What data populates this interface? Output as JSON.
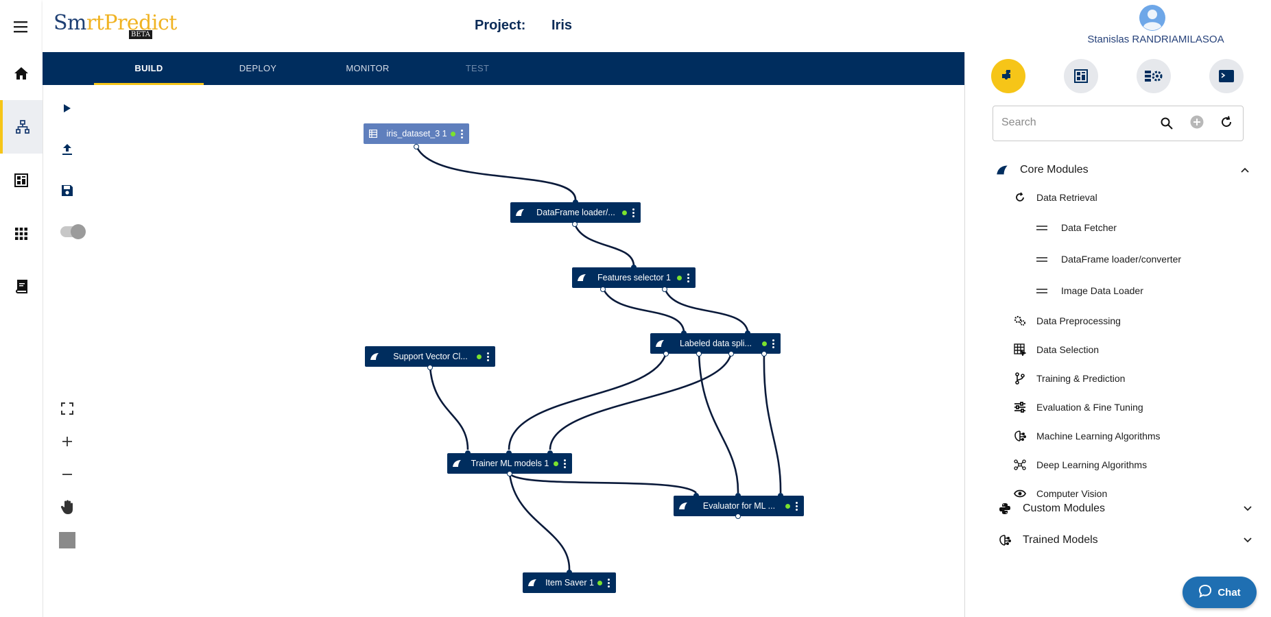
{
  "app": {
    "logo_text_a": "Sm",
    "logo_text_b": "rtPredict",
    "logo_badge": "BETA"
  },
  "header": {
    "project_label": "Project:",
    "project_name": "Iris",
    "user_name": "Stanislas RANDRIAMILASOA"
  },
  "rail": {
    "items": [
      "menu-icon",
      "home-icon",
      "flow-icon",
      "dashboard-icon",
      "apps-icon",
      "book-icon"
    ],
    "active_index": 2
  },
  "tabs": [
    {
      "label": "BUILD",
      "state": "active"
    },
    {
      "label": "DEPLOY",
      "state": "normal"
    },
    {
      "label": "MONITOR",
      "state": "normal"
    },
    {
      "label": "TEST",
      "state": "disabled"
    }
  ],
  "canvas_tools": {
    "top": [
      "play-icon",
      "upload-icon",
      "save-icon"
    ],
    "toggle_on": false,
    "bottom": [
      "fullscreen-icon",
      "zoom-in-icon",
      "zoom-out-icon",
      "hand-icon",
      "stop-icon"
    ]
  },
  "graph": {
    "nodes": [
      {
        "id": "n1",
        "label": "iris_dataset_3 1",
        "kind": "dataset"
      },
      {
        "id": "n2",
        "label": "DataFrame loader/...",
        "kind": "module"
      },
      {
        "id": "n3",
        "label": "Features selector 1",
        "kind": "module"
      },
      {
        "id": "n4",
        "label": "Support Vector Cl...",
        "kind": "module"
      },
      {
        "id": "n5",
        "label": "Labeled data spli...",
        "kind": "module"
      },
      {
        "id": "n6",
        "label": "Trainer ML models 1",
        "kind": "module"
      },
      {
        "id": "n7",
        "label": "Evaluator for ML ...",
        "kind": "module"
      },
      {
        "id": "n8",
        "label": "Item Saver 1",
        "kind": "module"
      }
    ],
    "edges": [
      [
        "n1",
        "n2"
      ],
      [
        "n2",
        "n3"
      ],
      [
        "n3",
        "n5"
      ],
      [
        "n3",
        "n5"
      ],
      [
        "n4",
        "n6"
      ],
      [
        "n5",
        "n6"
      ],
      [
        "n5",
        "n6"
      ],
      [
        "n5",
        "n7"
      ],
      [
        "n5",
        "n7"
      ],
      [
        "n6",
        "n7"
      ],
      [
        "n6",
        "n8"
      ]
    ],
    "accent": "#002d5e",
    "status_color": "#7be22e"
  },
  "panel": {
    "toolbar": [
      "modules-icon",
      "dataset-icon",
      "settings-icon",
      "console-icon"
    ],
    "active_tool": 0,
    "search": {
      "placeholder": "Search",
      "value": ""
    },
    "categories": [
      {
        "label": "Core Modules",
        "expanded": true
      },
      {
        "label": "Custom Modules",
        "expanded": false
      },
      {
        "label": "Trained Models",
        "expanded": false
      }
    ],
    "core_items": [
      {
        "label": "Data Retrieval",
        "expanded": true,
        "children": [
          "Data Fetcher",
          "DataFrame loader/converter",
          "Image Data Loader"
        ]
      },
      {
        "label": "Data Preprocessing"
      },
      {
        "label": "Data Selection"
      },
      {
        "label": "Training & Prediction"
      },
      {
        "label": "Evaluation & Fine Tuning"
      },
      {
        "label": "Machine Learning Algorithms"
      },
      {
        "label": "Deep Learning Algorithms"
      },
      {
        "label": "Computer Vision"
      }
    ]
  },
  "chat": {
    "label": "Chat"
  },
  "colors": {
    "brand_navy": "#002d5e",
    "accent_yellow": "#f6c518",
    "chat_blue": "#1f6fb2"
  }
}
